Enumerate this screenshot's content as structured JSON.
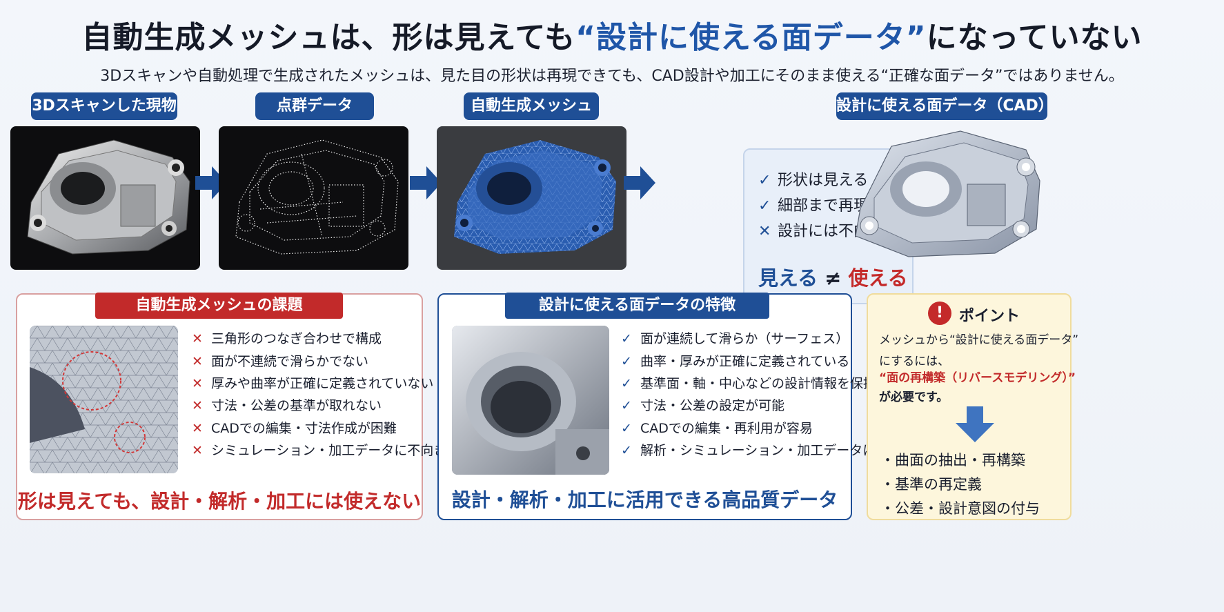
{
  "header": {
    "title_pre": "自動生成メッシュは、形は見えても",
    "title_highlight": "“設計に使える面データ”",
    "title_post": "になっていない",
    "subtitle": "3Dスキャンや自動処理で生成されたメッシュは、見た目の形状は再現できても、CAD設計や加工にそのまま使える“正確な面データ”ではありません。"
  },
  "steps": {
    "scan_label": "3Dスキャンした現物",
    "cloud_label": "点群データ",
    "mesh_label": "自動生成メッシュ",
    "cad_label": "設計に使える面データ（CAD）"
  },
  "summary": {
    "items": [
      {
        "mark": "✓",
        "text": "形状は見える"
      },
      {
        "mark": "✓",
        "text": "細部まで再現"
      },
      {
        "mark": "✕",
        "text": "設計には不向き"
      }
    ],
    "visible_word": "見える",
    "neq": "≠",
    "usable_word": "使える"
  },
  "mesh_panel": {
    "tab": "自動生成メッシュの課題",
    "items": [
      "三角形のつなぎ合わせで構成",
      "面が不連続で滑らかでない",
      "厚みや曲率が正確に定義されていない",
      "寸法・公差の基準が取れない",
      "CADでの編集・寸法作成が困難",
      "シミュレーション・加工データに不向き"
    ],
    "mark": "✕",
    "footer": "形は見えても、設計・解析・加工には使えない"
  },
  "cad_panel": {
    "tab": "設計に使える面データの特徴",
    "items": [
      "面が連続して滑らか（サーフェス）",
      "曲率・厚みが正確に定義されている",
      "基準面・軸・中心などの設計情報を保持",
      "寸法・公差の設定が可能",
      "CADでの編集・再利用が容易",
      "解析・シミュレーション・加工データに最適"
    ],
    "mark": "✓",
    "footer": "設計・解析・加工に活用できる高品質データ"
  },
  "point_panel": {
    "icon_glyph": "!",
    "title": "ポイント",
    "line1": "メッシュから“設計に使える面データ”",
    "line2": "にするには、",
    "emphasis": "“面の再構築（リバースモデリング）”",
    "line3": "が必要です。",
    "bullets": [
      "・曲面の抽出・再構築",
      "・基準の再定義",
      "・公差・設計意図の付与"
    ]
  },
  "colors": {
    "navy": "#1f4f96",
    "red": "#c42a2a",
    "mesh_blue": "#2a5db0",
    "point_bg": "#fdf6dc"
  }
}
